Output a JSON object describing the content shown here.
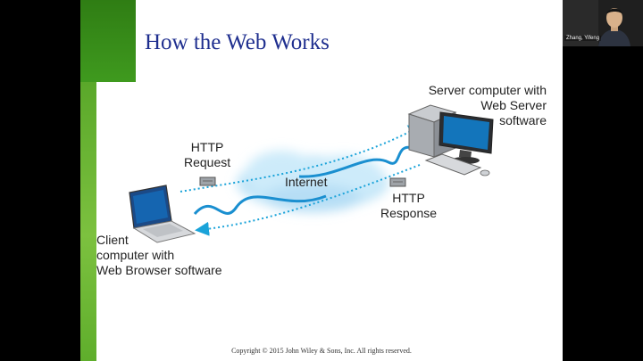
{
  "slide": {
    "title": "How the Web Works",
    "copyright": "Copyright © 2015 John Wiley & Sons, Inc. All rights reserved."
  },
  "diagram": {
    "http_request": [
      "HTTP",
      "Request"
    ],
    "internet": "Internet",
    "http_response": [
      "HTTP",
      "Response"
    ],
    "server_label": [
      "Server computer with",
      "Web Server",
      "software"
    ],
    "client_label": [
      "Client",
      "computer with",
      "Web Browser software"
    ]
  },
  "video": {
    "participant_name": "Zhang, Yifeng"
  },
  "colors": {
    "title": "#1f2f8f",
    "accent_green": "#5aa82a",
    "dotted_arrow": "#1aa3d9",
    "cable": "#1a8fd0",
    "cloud": "#bfe4f7"
  }
}
